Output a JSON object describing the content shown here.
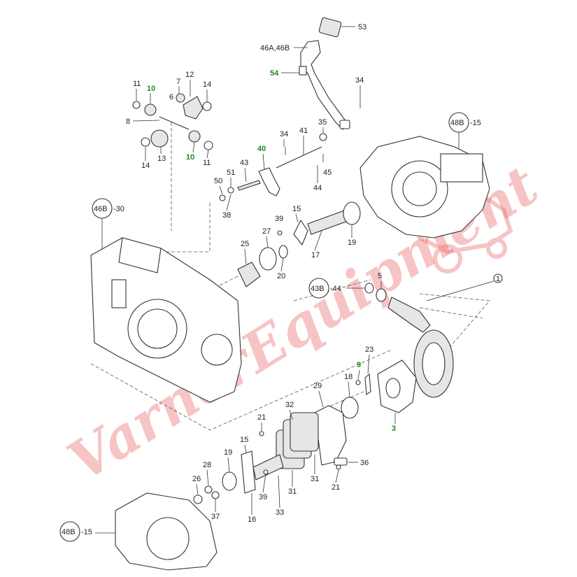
{
  "labels": {
    "l53": "53",
    "l46a": "46A,46B",
    "l54": "54",
    "l34a": "34",
    "l11a": "11",
    "l10a": "10",
    "l7": "7",
    "l12": "12",
    "l14a": "14",
    "l6": "6",
    "l8": "8",
    "l35": "35",
    "l48b15a": "48B",
    "l48b15a_n": "-15",
    "l41": "41",
    "l34b": "34",
    "l14b": "14",
    "l13": "13",
    "l10b": "10",
    "l11b": "11",
    "l40": "40",
    "l43": "43",
    "l51": "51",
    "l50": "50",
    "l45": "45",
    "l44": "44",
    "l38": "38",
    "l46b30": "46B",
    "l46b30_n": "-30",
    "l39a": "39",
    "l15a": "15",
    "l27": "27",
    "l19a": "19",
    "l17": "17",
    "l25": "25",
    "l20": "20",
    "l5": "5",
    "l43b44": "43B",
    "l43b44_n": "-44",
    "l1": "1",
    "l23": "23",
    "l9": "9",
    "l18": "18",
    "l29": "29",
    "l3": "3",
    "l32": "32",
    "l21a": "21",
    "l15b": "15",
    "l19b": "19",
    "l28": "28",
    "l26": "26",
    "l31a": "31",
    "l31b": "31",
    "l36": "36",
    "l21b": "21",
    "l37": "37",
    "l39b": "39",
    "l33": "33",
    "l16": "16",
    "l48b15b": "48B",
    "l48b15b_n": "-15"
  },
  "watermark": "VarnerEquipment",
  "colors": {
    "highlight": "#1f8a1f",
    "watermark": "#e85a5a",
    "line": "#333333"
  }
}
